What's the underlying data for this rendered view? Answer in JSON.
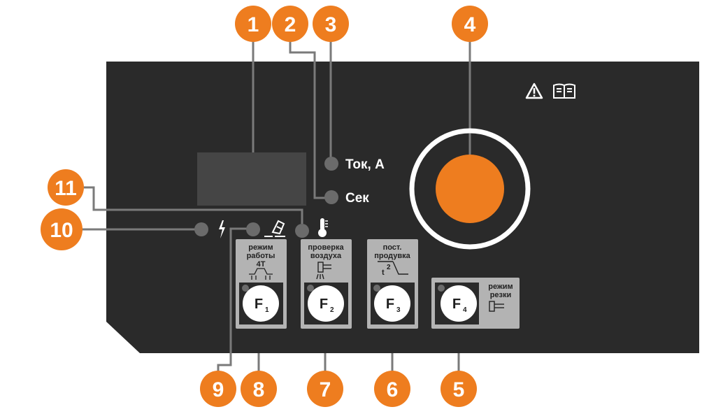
{
  "colors": {
    "panel": "#2a2a2a",
    "accent": "#ee7d1f",
    "leader": "#7a7a7a",
    "label_box": "#b3b3b3",
    "indicator": "#6b6b6b",
    "display": "#454545"
  },
  "callouts": [
    "1",
    "2",
    "3",
    "4",
    "5",
    "6",
    "7",
    "8",
    "9",
    "10",
    "11"
  ],
  "indicators": {
    "current": "Ток, А",
    "seconds": "Сек"
  },
  "status_icons": [
    "lightning-icon",
    "torch-tip-icon",
    "thermometer-icon"
  ],
  "header_icons": [
    "warning-icon",
    "manual-book-icon"
  ],
  "buttons": [
    {
      "key": "F",
      "sub": "1",
      "label_lines": [
        "режим",
        "работы"
      ],
      "extra": "4T"
    },
    {
      "key": "F",
      "sub": "2",
      "label_lines": [
        "проверка",
        "воздуха"
      ]
    },
    {
      "key": "F",
      "sub": "3",
      "label_lines": [
        "пост.",
        "продувка"
      ],
      "extra": "t"
    },
    {
      "key": "F",
      "sub": "4",
      "label_lines": [
        "режим",
        "резки"
      ]
    }
  ],
  "f3_superscript": "2"
}
